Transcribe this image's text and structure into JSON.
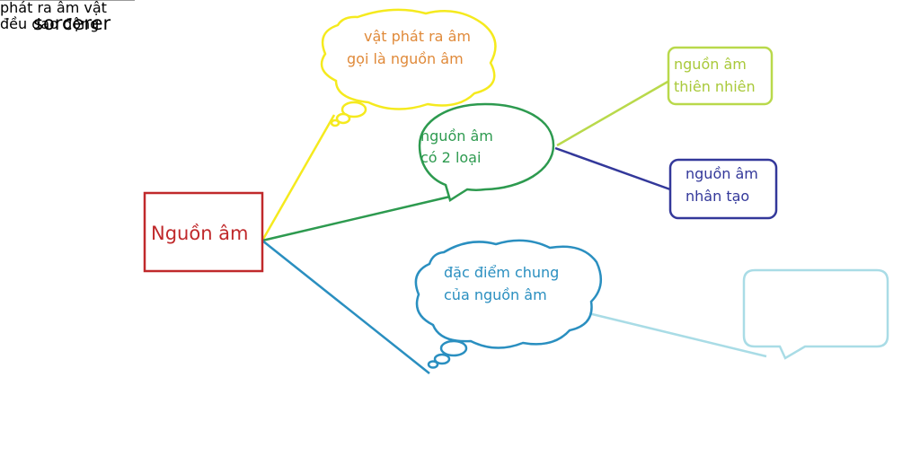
{
  "watermark": "sorcerer",
  "root_node": {
    "label": "Nguồn âm"
  },
  "definition_note": {
    "text": "vật phát ra âm\ngọi là nguồn âm"
  },
  "types_note": {
    "text": "nguồn âm\ncó 2 loại"
  },
  "type_natural": {
    "text": "nguồn âm\nthiên nhiên"
  },
  "type_artificial": {
    "text": "nguồn âm\nnhân tạo"
  },
  "common_trait_note": {
    "text": "đặc điểm chung\ncủa nguồn âm"
  },
  "vibration_note": {
    "text": "phát ra âm vật\nđều dao động"
  },
  "colors": {
    "root": "#c0292b",
    "definition": "#f5ea1e",
    "types": "#2d9a4f",
    "natural": "#b9d94b",
    "artificial": "#33389a",
    "common": "#2a8fc0",
    "vibration": "#a9dce6"
  }
}
